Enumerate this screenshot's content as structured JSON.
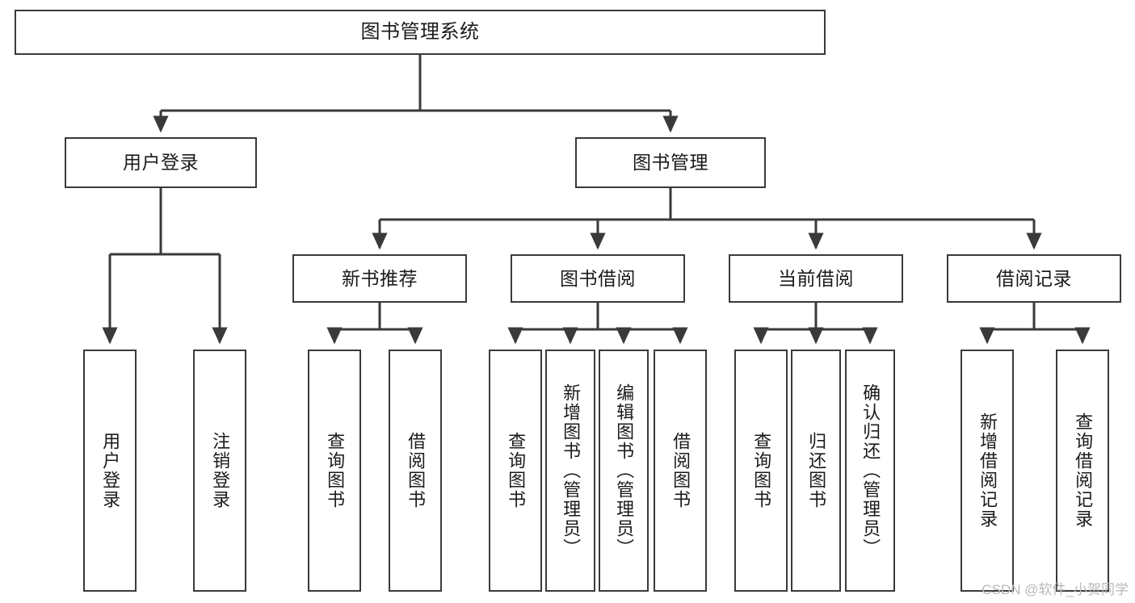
{
  "diagram": {
    "type": "hierarchy-tree",
    "title": "图书管理系统",
    "root": {
      "label": "图书管理系统"
    },
    "level2": [
      {
        "label": "用户登录"
      },
      {
        "label": "图书管理"
      }
    ],
    "level3": [
      {
        "label": "新书推荐"
      },
      {
        "label": "图书借阅"
      },
      {
        "label": "当前借阅"
      },
      {
        "label": "借阅记录"
      }
    ],
    "leaves": {
      "user_login": [
        {
          "label": "用户登录"
        },
        {
          "label": "注销登录"
        }
      ],
      "new_book_recommend": [
        {
          "label": "查询图书"
        },
        {
          "label": "借阅图书"
        }
      ],
      "book_borrow": [
        {
          "label": "查询图书"
        },
        {
          "label": "新增图书（管理员）"
        },
        {
          "label": "编辑图书（管理员）"
        },
        {
          "label": "借阅图书"
        }
      ],
      "current_borrow": [
        {
          "label": "查询图书"
        },
        {
          "label": "归还图书"
        },
        {
          "label": "确认归还（管理员）"
        }
      ],
      "borrow_record": [
        {
          "label": "新增借阅记录"
        },
        {
          "label": "查询借阅记录"
        }
      ]
    }
  },
  "watermark": {
    "text": "CSDN @软件_小贺同学"
  },
  "colors": {
    "stroke": "#3a3a3a",
    "background": "#ffffff",
    "text": "#1b1b1b",
    "watermark": "#b9b9b9"
  }
}
